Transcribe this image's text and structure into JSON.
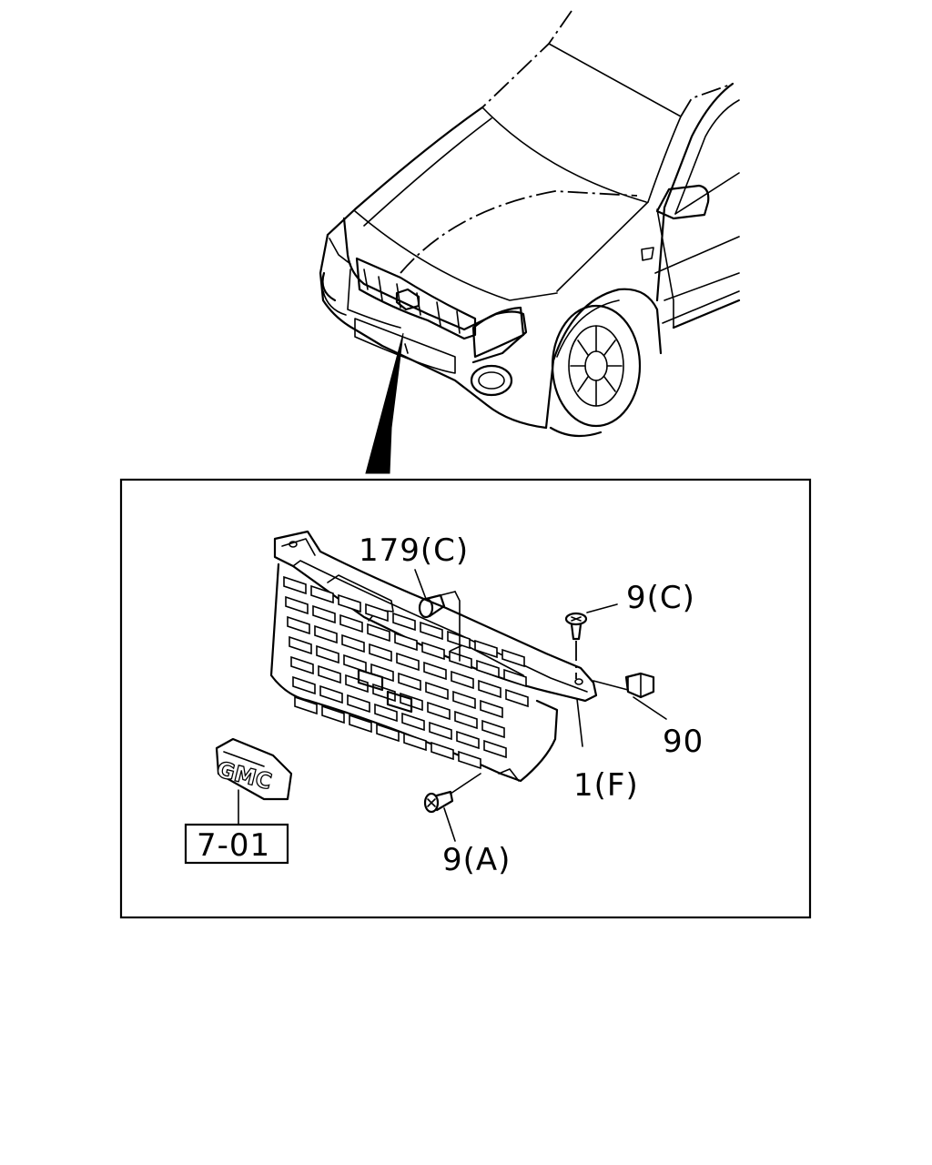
{
  "callouts": {
    "bracket_bolt": "179(C)",
    "upper_screw": "9(C)",
    "clip": "90",
    "grille": "1(F)",
    "lower_screw": "9(A)",
    "emblem_ref": "7-01"
  },
  "emblem_text": "GMC"
}
